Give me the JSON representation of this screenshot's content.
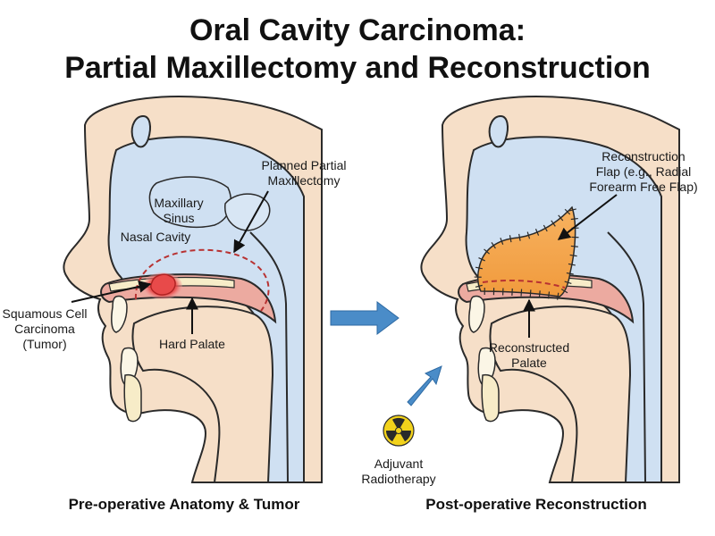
{
  "title": {
    "line1": "Oral Cavity Carcinoma:",
    "line2": "Partial Maxillectomy and Reconstruction"
  },
  "left_panel": {
    "caption": "Pre-operative Anatomy & Tumor",
    "labels": {
      "planned_line1": "Planned Partial",
      "planned_line2": "Maxillectomy",
      "sinus_line1": "Maxillary",
      "sinus_line2": "Sinus",
      "nasal_cavity": "Nasal Cavity",
      "scc_line1": "Squamous Cell",
      "scc_line2": "Carcinoma",
      "scc_line3": "(Tumor)",
      "hard_palate": "Hard Palate"
    }
  },
  "right_panel": {
    "caption": "Post-operative Reconstruction",
    "labels": {
      "flap_line1": "Reconstruction",
      "flap_line2": "Flap (e.g., Radial",
      "flap_line3": "Forearm Free Flap)",
      "palate_line1": "Reconstructed",
      "palate_line2": "Palate",
      "radio_line1": "Adjuvant",
      "radio_line2": "Radiotherapy"
    }
  },
  "colors": {
    "skin": "#f6dfc8",
    "airway": "#cfe0f2",
    "outline": "#2a2a2a",
    "palate": "#ecaaa0",
    "tumor": "#e84a4a",
    "flap": "#f5a84e",
    "arrow": "#4a8cc8",
    "dashed_line": "#b83232",
    "radiation": "#f2d21b"
  },
  "icons": {
    "transition_arrow": "right-arrow-icon",
    "radiation_symbol": "radiation-icon"
  }
}
